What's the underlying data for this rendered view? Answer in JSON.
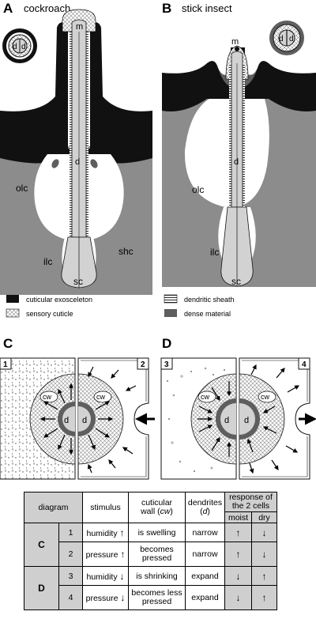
{
  "panels": {
    "A": {
      "letter": "A",
      "title": "cockroach"
    },
    "B": {
      "letter": "B",
      "title": "stick insect"
    },
    "C": {
      "letter": "C"
    },
    "D": {
      "letter": "D"
    }
  },
  "labels": {
    "m": "m",
    "d": "d",
    "olc": "olc",
    "ilc": "ilc",
    "shc": "shc",
    "sc": "sc",
    "cw": "cw",
    "box1": "1",
    "box2": "2",
    "box3": "3",
    "box4": "4"
  },
  "legend": {
    "cuticular_exoskeleton": "cuticular exosceleton",
    "sensory_cuticle": "sensory cuticle",
    "dendritic_sheath": "dendritic sheath",
    "dense_material": "dense material"
  },
  "table": {
    "headers": {
      "diagram": "diagram",
      "stimulus": "stimulus",
      "wall_line1": "cuticular",
      "wall_line2_pre": "wall (",
      "wall_italic": "cw",
      "wall_line2_post": ")",
      "dendrites_line1": "dendrites",
      "dendrites_italic": "d",
      "response_line1": "response of",
      "response_line2": "the 2 cells",
      "moist": "moist",
      "dry": "dry"
    },
    "groups": [
      {
        "name": "C",
        "rows": [
          {
            "num": "1",
            "stimulus": "humidity",
            "stim_arrow": "↑",
            "wall": "is swelling",
            "dendrites": "narrow",
            "moist": "↑",
            "dry": "↓"
          },
          {
            "num": "2",
            "stimulus": "pressure",
            "stim_arrow": "↑",
            "wall": "becomes pressed",
            "dendrites": "narrow",
            "moist": "↑",
            "dry": "↓"
          }
        ]
      },
      {
        "name": "D",
        "rows": [
          {
            "num": "3",
            "stimulus": "humidity",
            "stim_arrow": "↓",
            "wall": "is shrinking",
            "dendrites": "expand",
            "moist": "↓",
            "dry": "↑"
          },
          {
            "num": "4",
            "stimulus": "pressure",
            "stim_arrow": "↓",
            "wall": "becomes less pressed",
            "dendrites": "expand",
            "moist": "↓",
            "dry": "↑"
          }
        ]
      }
    ]
  },
  "colors": {
    "black": "#111111",
    "dense": "#5e5e5e",
    "tissue": "#8c8c8c",
    "light": "#d2d2d2",
    "table_header": "#cfcfcf"
  }
}
